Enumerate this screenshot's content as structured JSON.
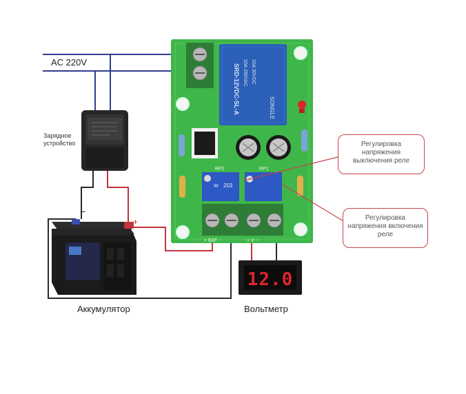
{
  "labels": {
    "ac_supply": "AC 220V",
    "charger": "Зарядное устройство",
    "battery": "Аккумулятор",
    "voltmeter": "Вольтметр",
    "minus": "−",
    "plus": "+",
    "voltmeter_reading": "12.0",
    "board_bat": "+ BAT −",
    "board_io": "+ V −"
  },
  "callouts": {
    "release": "Регулировка напряжения выключения реле",
    "engage": "Регулировка напряжения включения реле"
  },
  "relay_marking": {
    "brand": "SONGLE",
    "model": "SRD-12VDC-SL-A",
    "rating_1": "10A 250VAC",
    "rating_2": "10A 30VDC"
  },
  "pot_labels": {
    "rp1": "RP1",
    "rp2": "RP2",
    "pot_code": "203",
    "pot_w": "W"
  },
  "colors": {
    "board": "#3fb64a",
    "wire_blue": "#2f3d8f",
    "wire_red": "#c0343c",
    "wire_dark": "#2a2a2a",
    "relay": "#2b5fb8",
    "led_digits": "#e0242c"
  }
}
